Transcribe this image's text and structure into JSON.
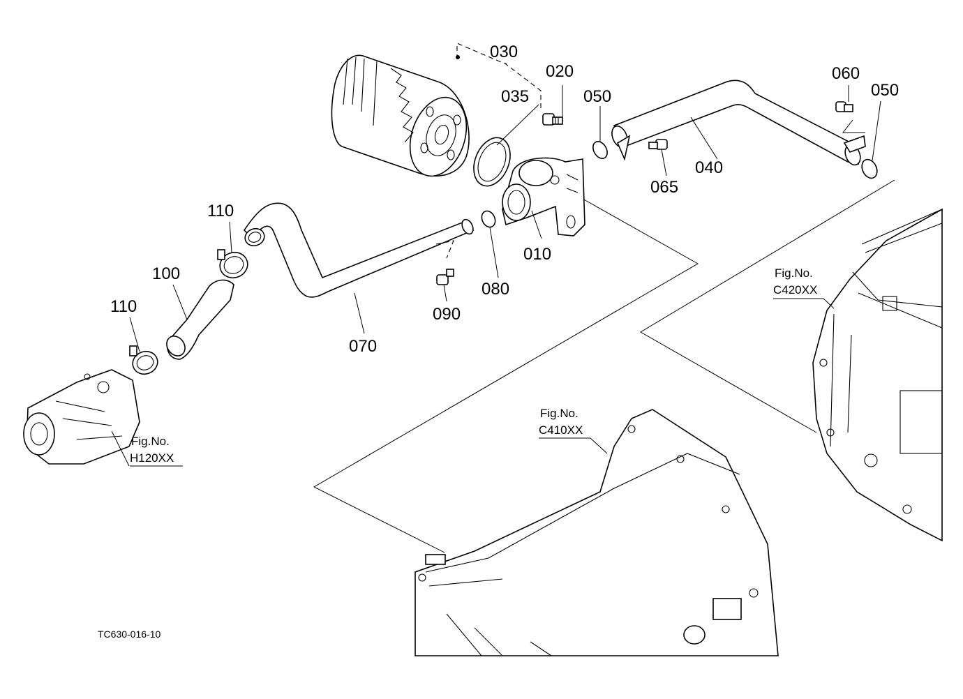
{
  "diagram": {
    "drawing_code": "TC630-016-10",
    "parts": [
      {
        "id": "p030",
        "label": "030",
        "name": "oil-filter-cartridge"
      },
      {
        "id": "p020",
        "label": "020",
        "name": "bolt"
      },
      {
        "id": "p035",
        "label": "035",
        "name": "gasket"
      },
      {
        "id": "p050a",
        "label": "050",
        "name": "o-ring"
      },
      {
        "id": "p060",
        "label": "060",
        "name": "bolt"
      },
      {
        "id": "p050b",
        "label": "050",
        "name": "o-ring"
      },
      {
        "id": "p040",
        "label": "040",
        "name": "pipe"
      },
      {
        "id": "p065",
        "label": "065",
        "name": "bolt"
      },
      {
        "id": "p110a",
        "label": "110",
        "name": "hose-clamp"
      },
      {
        "id": "p010",
        "label": "010",
        "name": "filter-head"
      },
      {
        "id": "p100",
        "label": "100",
        "name": "hose"
      },
      {
        "id": "p080",
        "label": "080",
        "name": "o-ring"
      },
      {
        "id": "p110b",
        "label": "110",
        "name": "hose-clamp"
      },
      {
        "id": "p090",
        "label": "090",
        "name": "bolt"
      },
      {
        "id": "p070",
        "label": "070",
        "name": "pipe"
      }
    ],
    "references": [
      {
        "id": "c420",
        "line1": "Fig.No.",
        "line2": "C420XX"
      },
      {
        "id": "c410",
        "line1": "Fig.No.",
        "line2": "C410XX"
      },
      {
        "id": "h120",
        "line1": "Fig.No.",
        "line2": "H120XX"
      }
    ]
  }
}
